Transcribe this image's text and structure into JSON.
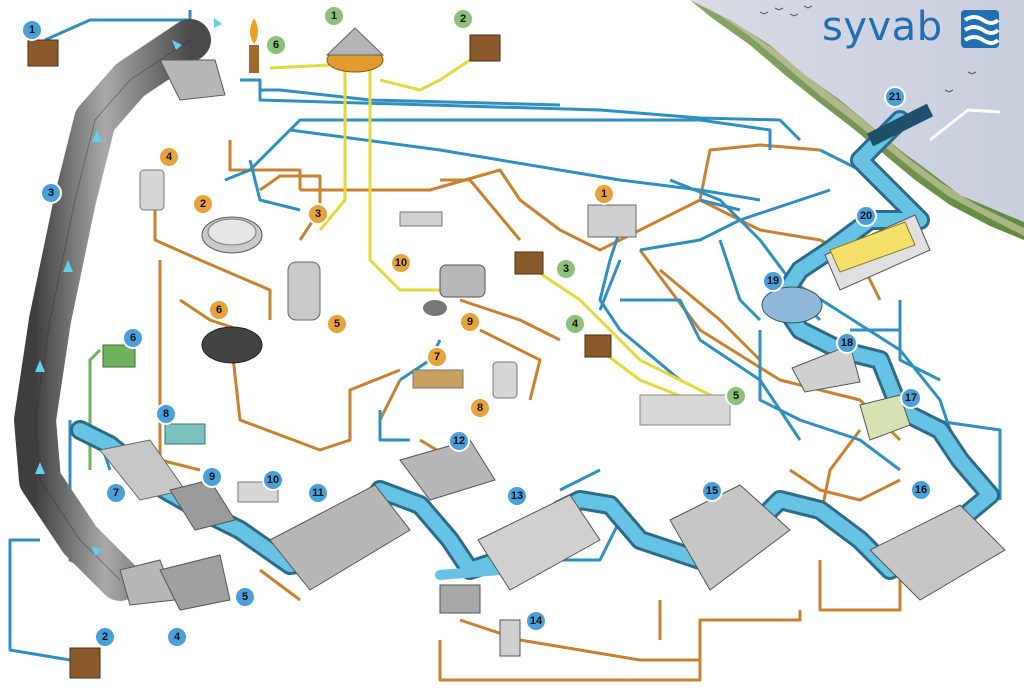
{
  "brand": {
    "name": "syvab",
    "icon": "syvab-wave-icon"
  },
  "colors": {
    "water": "#67c3e4",
    "pipe_blue": "#2f8fc0",
    "pipe_orange": "#c8812f",
    "pipe_yellow": "#e2d93c",
    "pipe_green": "#6fb15c",
    "badge_blue": "#4a9fd8",
    "badge_orange": "#e6a23c",
    "badge_green": "#8dc07a"
  },
  "labels": {
    "blue": [
      "1",
      "2",
      "3",
      "4",
      "5",
      "6",
      "7",
      "8",
      "9",
      "10",
      "11",
      "12",
      "13",
      "14",
      "15",
      "16",
      "17",
      "18",
      "19",
      "20",
      "21"
    ],
    "orange": [
      "1",
      "2",
      "3",
      "4",
      "5",
      "6",
      "7",
      "8"
    ],
    "green": [
      "1",
      "2",
      "3",
      "4",
      "5",
      "6"
    ]
  }
}
